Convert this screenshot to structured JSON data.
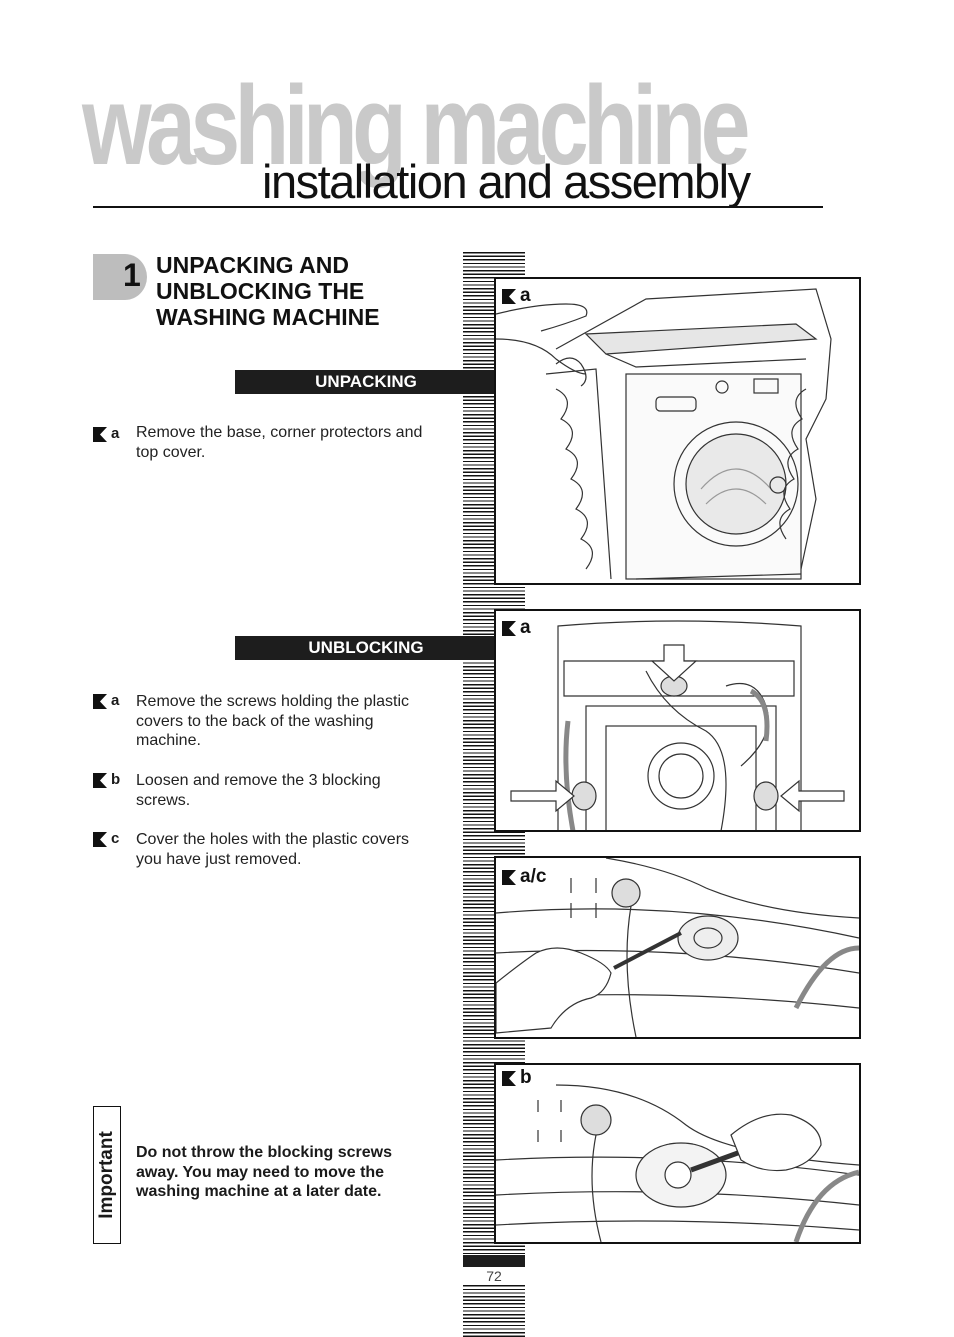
{
  "header": {
    "background_word": "washing machine",
    "title": "installation and assembly"
  },
  "section": {
    "number": "1",
    "title_lines": [
      "UNPACKING AND",
      "UNBLOCKING THE",
      "WASHING MACHINE"
    ]
  },
  "unpacking": {
    "heading": "UNPACKING",
    "items": [
      {
        "letter": "a",
        "lines": [
          "Remove the base, corner protectors and",
          "top cover."
        ]
      }
    ]
  },
  "unblocking": {
    "heading": "UNBLOCKING",
    "items": [
      {
        "letter": "a",
        "lines": [
          "Remove the screws holding the plastic",
          "covers to the back of the washing",
          "machine."
        ]
      },
      {
        "letter": "b",
        "lines": [
          "Loosen and remove the 3 blocking",
          "screws."
        ]
      },
      {
        "letter": "c",
        "lines": [
          "Cover the holes with the plastic covers",
          "you have just removed."
        ]
      }
    ]
  },
  "figures": [
    {
      "label": "a",
      "description_icon": "washing-machine-unpacking-illustration"
    },
    {
      "label": "a",
      "description_icon": "washing-machine-back-illustration"
    },
    {
      "label": "a/c",
      "description_icon": "screwdriver-illustration"
    },
    {
      "label": "b",
      "description_icon": "wrench-illustration"
    }
  ],
  "important": {
    "label": "Important",
    "lines": [
      "Do not throw the blocking screws",
      "away. You may need to move the",
      "washing machine at a later date."
    ]
  },
  "page_number": "72"
}
